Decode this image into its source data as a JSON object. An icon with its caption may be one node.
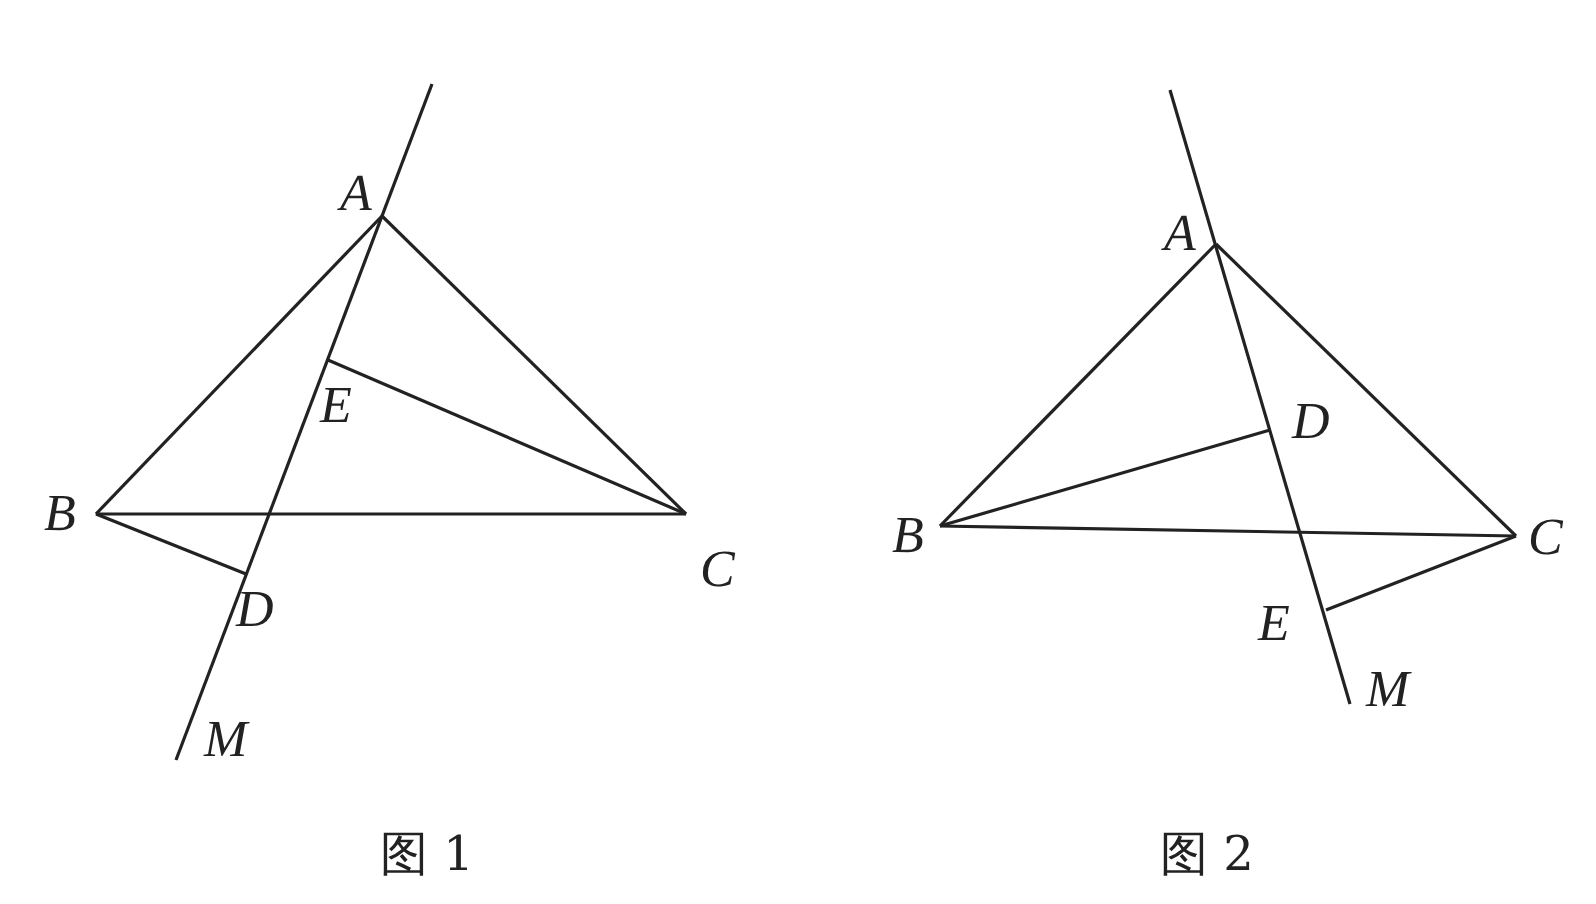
{
  "diagram": {
    "labels": [
      "A",
      "E",
      "B",
      "C",
      "D",
      "M",
      "图 1",
      "A",
      "D",
      "B",
      "C",
      "E",
      "M",
      "图 2"
    ]
  }
}
